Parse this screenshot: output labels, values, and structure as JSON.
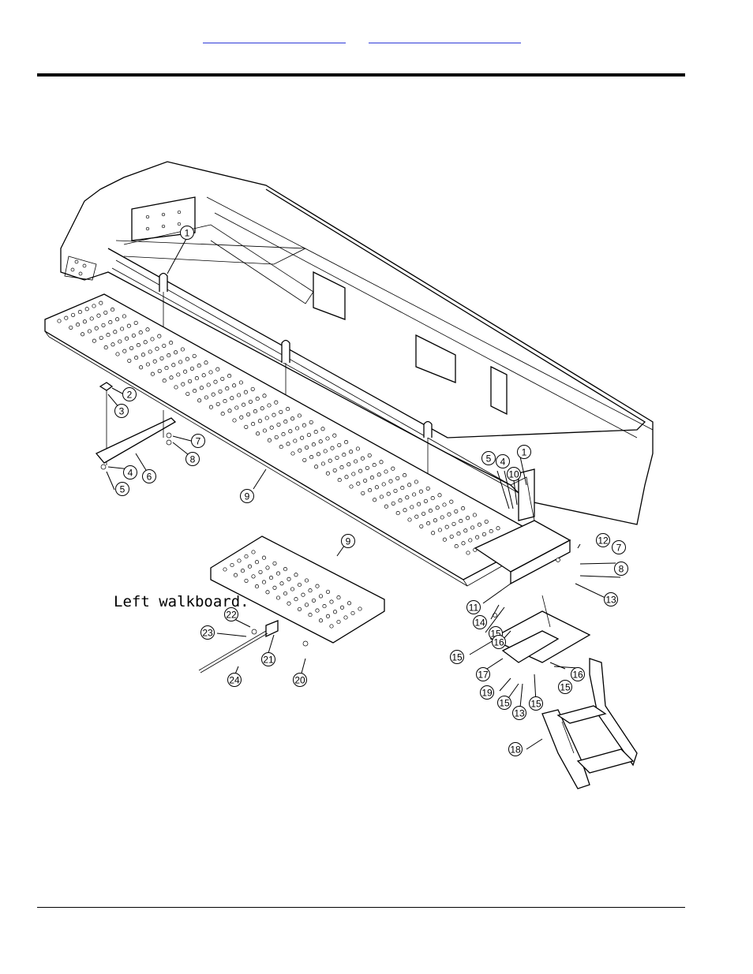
{
  "header": {
    "link_left": "",
    "link_right": ""
  },
  "diagram": {
    "caption": "Left walkboard.",
    "callouts": [
      {
        "id": "c1a",
        "label": "1"
      },
      {
        "id": "c1b",
        "label": "1"
      },
      {
        "id": "c2",
        "label": "2"
      },
      {
        "id": "c3",
        "label": "3"
      },
      {
        "id": "c4a",
        "label": "4"
      },
      {
        "id": "c4b",
        "label": "4"
      },
      {
        "id": "c5a",
        "label": "5"
      },
      {
        "id": "c5b",
        "label": "5"
      },
      {
        "id": "c6",
        "label": "6"
      },
      {
        "id": "c7a",
        "label": "7"
      },
      {
        "id": "c7b",
        "label": "7"
      },
      {
        "id": "c8a",
        "label": "8"
      },
      {
        "id": "c8b",
        "label": "8"
      },
      {
        "id": "c9a",
        "label": "9"
      },
      {
        "id": "c9b",
        "label": "9"
      },
      {
        "id": "c10",
        "label": "10"
      },
      {
        "id": "c11",
        "label": "11"
      },
      {
        "id": "c12",
        "label": "12"
      },
      {
        "id": "c13a",
        "label": "13"
      },
      {
        "id": "c13b",
        "label": "13"
      },
      {
        "id": "c14",
        "label": "14"
      },
      {
        "id": "c15a",
        "label": "15"
      },
      {
        "id": "c15b",
        "label": "15"
      },
      {
        "id": "c15c",
        "label": "15"
      },
      {
        "id": "c15d",
        "label": "15"
      },
      {
        "id": "c15e",
        "label": "15"
      },
      {
        "id": "c16a",
        "label": "16"
      },
      {
        "id": "c16b",
        "label": "16"
      },
      {
        "id": "c17",
        "label": "17"
      },
      {
        "id": "c18",
        "label": "18"
      },
      {
        "id": "c19",
        "label": "19"
      },
      {
        "id": "c20",
        "label": "20"
      },
      {
        "id": "c21",
        "label": "21"
      },
      {
        "id": "c22",
        "label": "22"
      },
      {
        "id": "c23",
        "label": "23"
      },
      {
        "id": "c24",
        "label": "24"
      }
    ]
  }
}
